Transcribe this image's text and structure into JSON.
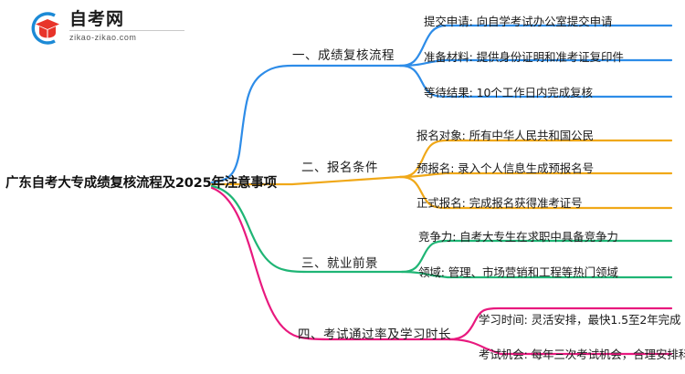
{
  "logo": {
    "name_cn": "自考网",
    "name_en": "zikao-zikao.com",
    "mark_icon": "graduation-cap-icon",
    "arc_color": "#1C8AD6",
    "cap_color": "#E8342A"
  },
  "mindmap": {
    "root": "广东自考大专成绩复核流程及2025年注意事项",
    "branches": [
      {
        "label": "一、成绩复核流程",
        "color": "#2D8CE8",
        "items": [
          "提交申请: 向自学考试办公室提交申请",
          "准备材料: 提供身份证明和准考证复印件",
          "等待结果: 10个工作日内完成复核"
        ]
      },
      {
        "label": "二、报名条件",
        "color": "#F0A818",
        "items": [
          "报名对象: 所有中华人民共和国公民",
          "预报名: 录入个人信息生成预报名号",
          "正式报名: 完成报名获得准考证号"
        ]
      },
      {
        "label": "三、就业前景",
        "color": "#1FB575",
        "items": [
          "竞争力: 自考大专生在求职中具备竞争力",
          "领域: 管理、市场营销和工程等热门领域"
        ]
      },
      {
        "label": "四、考试通过率及学习时长",
        "color": "#E8197E",
        "items": [
          "学习时间: 灵活安排，最快1.5至2年完成",
          "考试机会: 每年三次考试机会，合理安排科目"
        ]
      }
    ]
  }
}
